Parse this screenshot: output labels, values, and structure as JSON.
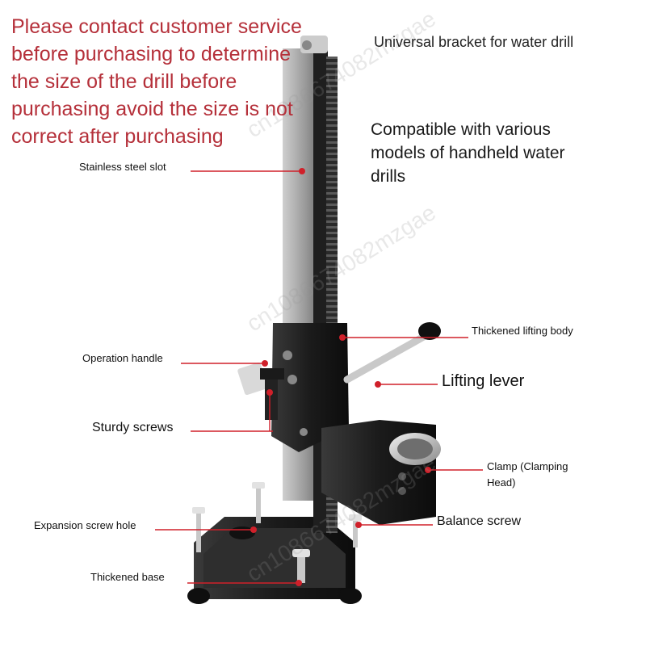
{
  "notice": {
    "lines": [
      "Please contact customer service",
      "before purchasing to determine",
      "the size of the drill before",
      "purchasing avoid the size is not",
      "correct after purchasing"
    ]
  },
  "headline": "Universal bracket for water drill",
  "compatibility": [
    "Compatible with various",
    "models of handheld water",
    "drills"
  ],
  "labels": {
    "stainless_steel_slot": "Stainless steel slot",
    "thickened_lifting_body": "Thickened lifting body",
    "operation_handle": "Operation handle",
    "lifting_lever": "Lifting lever",
    "sturdy_screws": "Sturdy screws",
    "clamp_line1": "Clamp (Clamping",
    "clamp_line2": "Head)",
    "expansion_screw_hole": "Expansion screw hole",
    "balance_screw": "Balance screw",
    "thickened_base": "Thickened base"
  },
  "watermark": "cn1086674082mzgae",
  "colors": {
    "notice_text": "#b5303a",
    "leader_line": "#d0202a",
    "body_metal": "#1b1b1b"
  }
}
